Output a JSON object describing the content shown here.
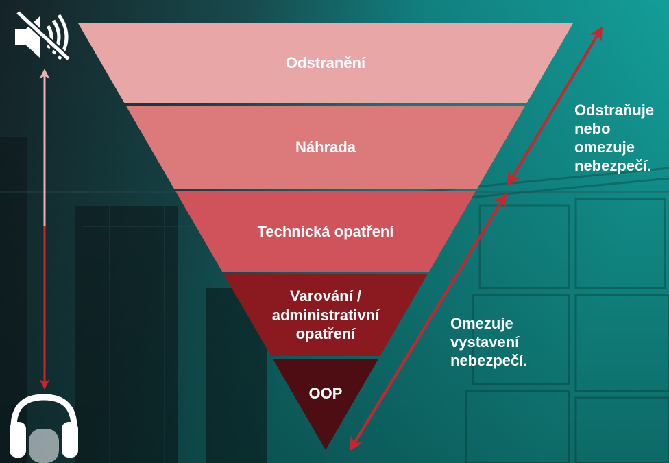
{
  "levels": [
    {
      "label": "Odstranění",
      "color": "#e8a6a6"
    },
    {
      "label": "Náhrada",
      "color": "#dc7a7b"
    },
    {
      "label": "Technická opatření",
      "color": "#d0535b"
    },
    {
      "label": "Varování / administrativní opatření",
      "color": "#8b1a20"
    },
    {
      "label": "OOP",
      "color": "#4d0d12"
    }
  ],
  "annotations": {
    "upper": "Odstraňuje\nnebo\nomezuje\nnebezpečí.",
    "lower": "Omezuje\nvystavení\nnebezpečí."
  },
  "icons": {
    "top": "speaker-muted-icon",
    "bottom": "headphones-icon"
  },
  "colors": {
    "background_teal": "#0e8f8e",
    "background_dark": "#1a2b30",
    "arrow_red": "#c8262e",
    "arrow_pink": "#e9b3b4"
  }
}
